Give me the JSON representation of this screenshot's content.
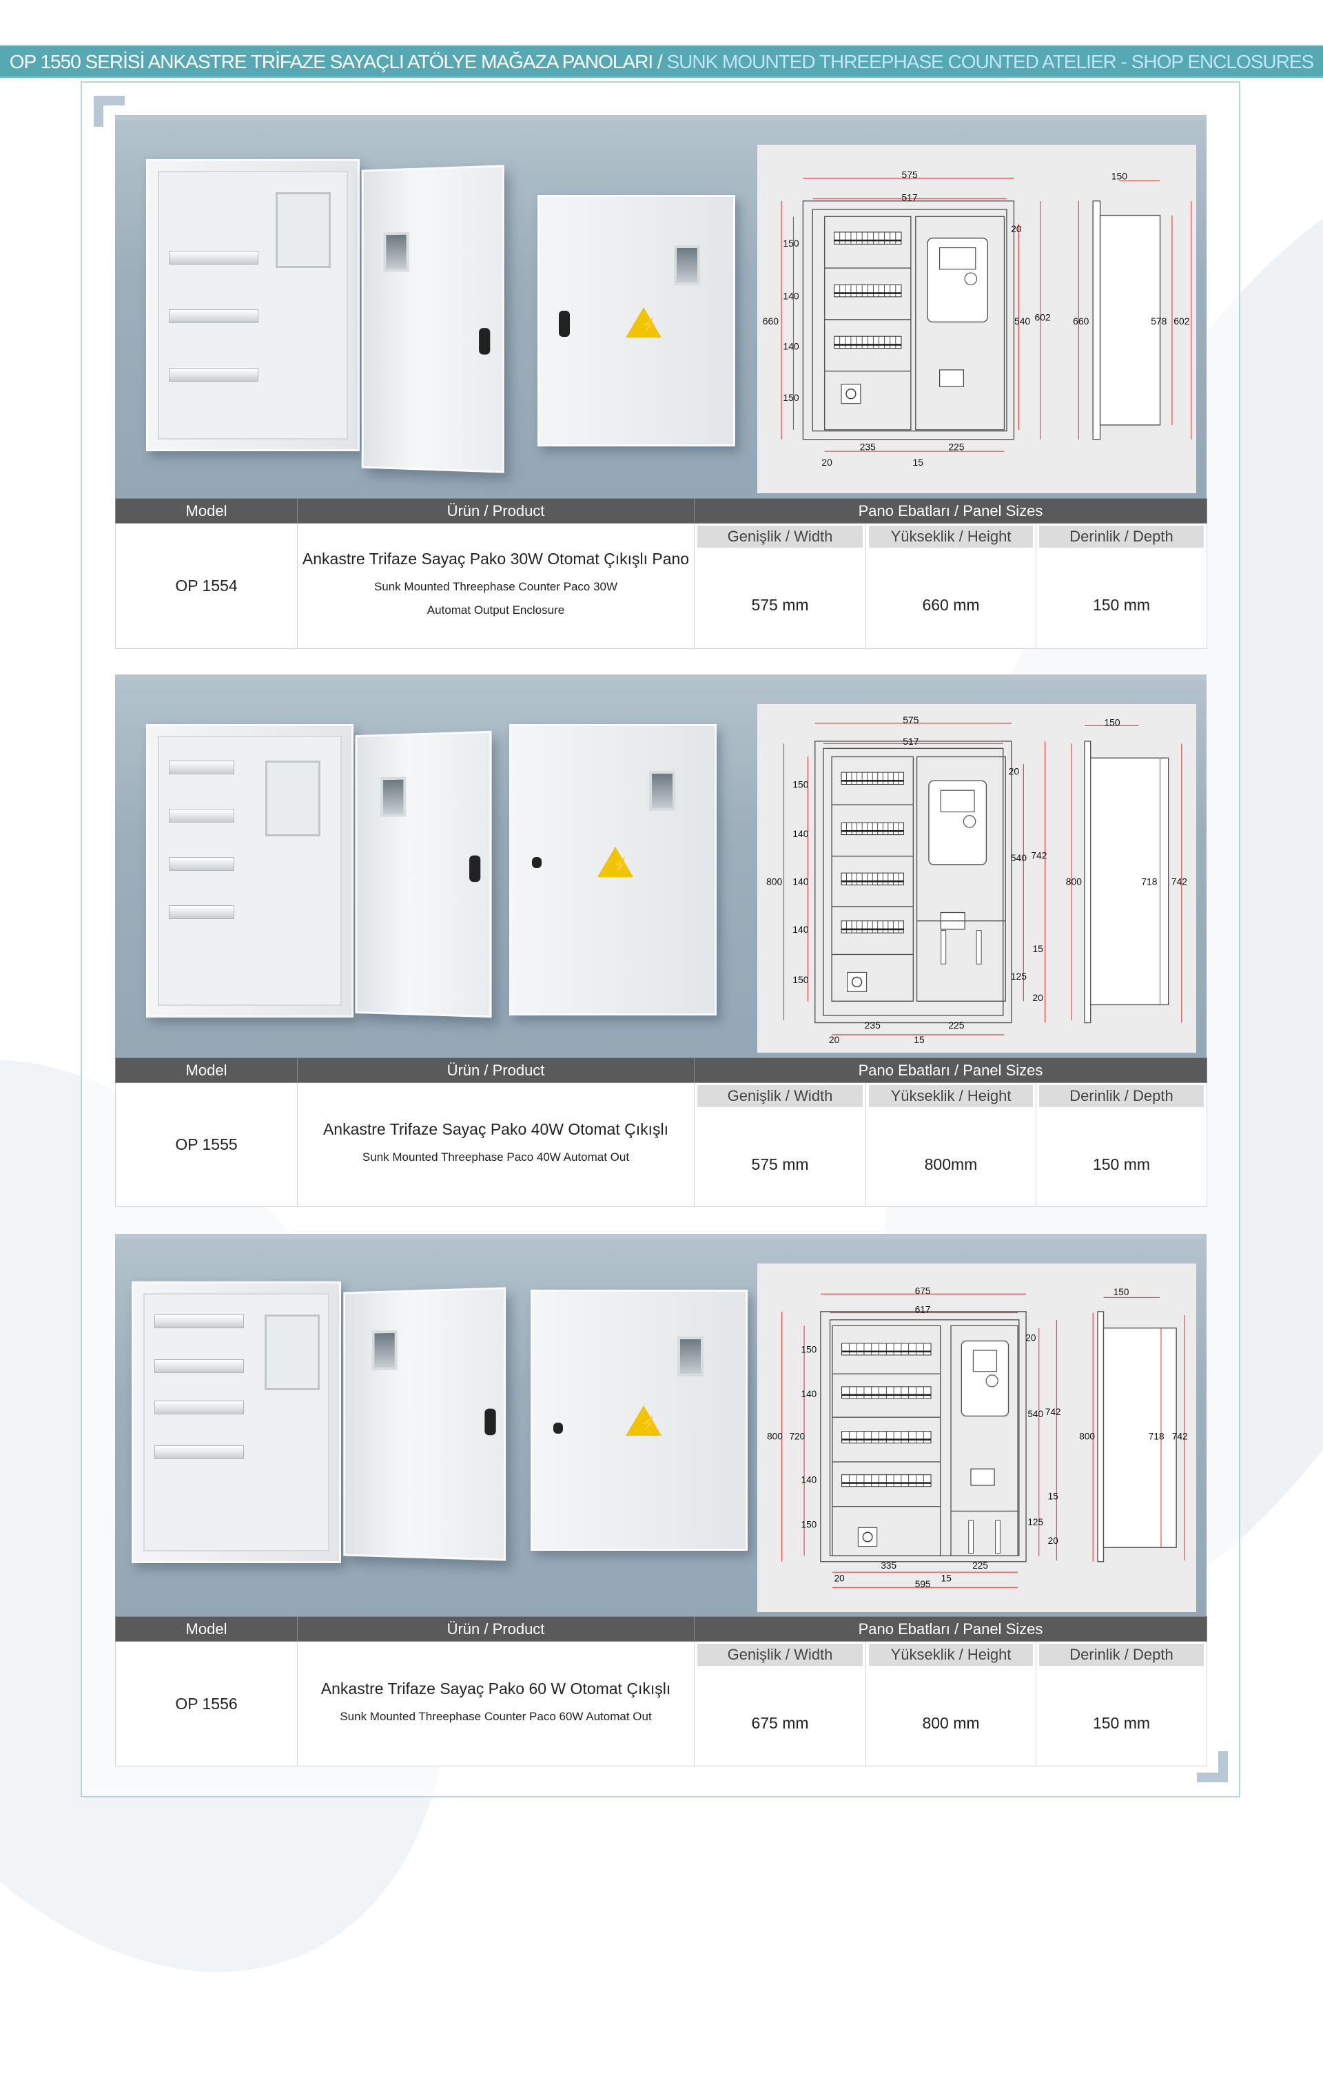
{
  "header": {
    "title_tr": "OP 1550 SERİSİ ANKASTRE TRİFAZE SAYAÇLI ATÖLYE MAĞAZA PANOLARI",
    "separator": "/",
    "title_en": "SUNK MOUNTED THREEPHASE COUNTED ATELIER - SHOP ENCLOSURES"
  },
  "colors": {
    "header_bar": "#56a8b3",
    "table_header": "#5a5a5a",
    "dimension_line": "#e53030"
  },
  "table_headers": {
    "model": "Model",
    "product": "Ürün / Product",
    "sizes": "Pano Ebatları / Panel Sizes",
    "width": "Genişlik / Width",
    "height": "Yükseklik / Height",
    "depth": "Derinlik / Depth"
  },
  "sections": [
    {
      "model": "OP 1554",
      "product_tr": "Ankastre Trifaze Sayaç Pako 30W Otomat Çıkışlı Pano",
      "product_en": "Sunk Mounted Threephase Counter Paco 30W Automat Output Enclosure",
      "width": "575 mm",
      "height": "660 mm",
      "depth": "150 mm",
      "drawing_labels": [
        "575",
        "517",
        "150",
        "140",
        "140",
        "150",
        "660",
        "20",
        "540",
        "602",
        "235",
        "225",
        "20",
        "15",
        "150",
        "660",
        "578",
        "602"
      ],
      "warning_sign": "⚡"
    },
    {
      "model": "OP 1555",
      "product_tr": "Ankastre Trifaze Sayaç Pako 40W Otomat Çıkışlı",
      "product_en": "Sunk Mounted Threephase Paco 40W Automat Out",
      "width": "575 mm",
      "height": "800mm",
      "depth": "150 mm",
      "drawing_labels": [
        "575",
        "517",
        "150",
        "140",
        "800",
        "140",
        "140",
        "150",
        "20",
        "540",
        "742",
        "15",
        "125",
        "20",
        "235",
        "225",
        "20",
        "15",
        "150",
        "800",
        "718",
        "742"
      ],
      "warning_sign": "⚡"
    },
    {
      "model": "OP 1556",
      "product_tr": "Ankastre Trifaze Sayaç Pako 60 W Otomat Çıkışlı",
      "product_en": "Sunk Mounted Threephase Counter Paco 60W Automat Out",
      "width": "675 mm",
      "height": "800 mm",
      "depth": "150 mm",
      "drawing_labels": [
        "675",
        "617",
        "150",
        "140",
        "800",
        "720",
        "140",
        "150",
        "20",
        "540",
        "742",
        "15",
        "125",
        "20",
        "335",
        "225",
        "20",
        "15",
        "595",
        "150",
        "800",
        "718",
        "742"
      ],
      "warning_sign": "⚡"
    }
  ]
}
